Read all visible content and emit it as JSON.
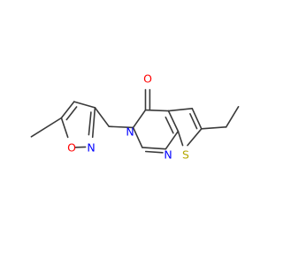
{
  "molecule": {
    "atoms": {
      "o_carbonyl": "O",
      "n3": "N",
      "n1": "N",
      "s": "S",
      "o_isoxazole": "O",
      "n_isoxazole": "N"
    },
    "colors": {
      "bond": "#3a3a3a",
      "oxygen": "#ff0000",
      "nitrogen": "#0000ff",
      "sulfur": "#b5a800"
    }
  }
}
